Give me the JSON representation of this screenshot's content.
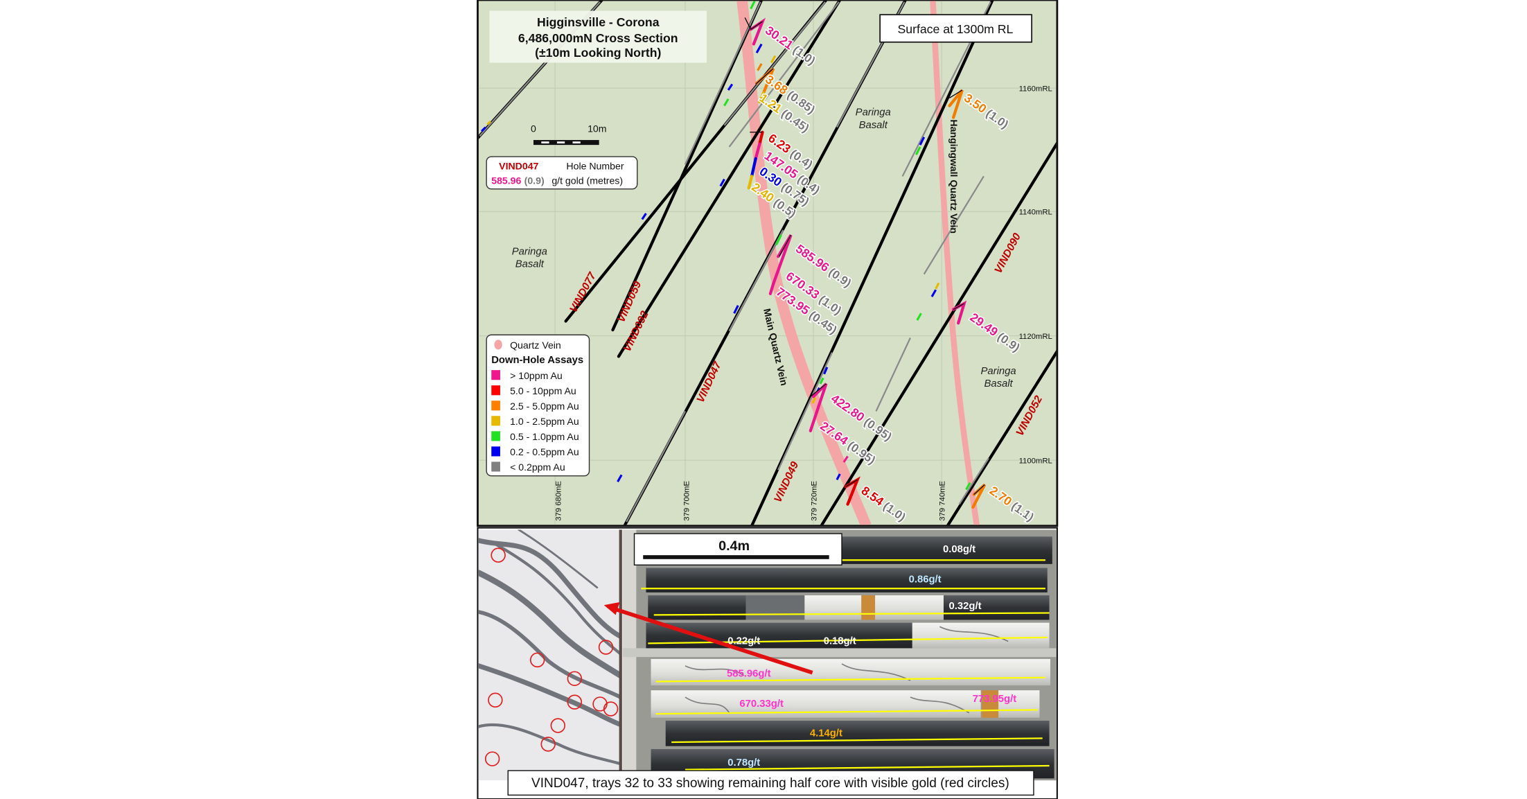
{
  "map": {
    "title_lines": [
      "Higginsville - Corona",
      "6,486,000mN Cross Section",
      "(±10m Looking North)"
    ],
    "surface_label": "Surface at 1300m RL",
    "scale": {
      "zero": "0",
      "ten": "10m"
    },
    "hole_key": {
      "hole": "VIND047",
      "hole_desc": "Hole Number",
      "grade": "585.96",
      "width": "(0.9)",
      "grade_desc": "g/t gold (metres)"
    },
    "rock_labels": [
      {
        "line1": "Paringa",
        "line2": "Basalt"
      },
      {
        "line1": "Paringa",
        "line2": "Basalt"
      },
      {
        "line1": "Paringa",
        "line2": "Basalt"
      }
    ],
    "vein_labels": {
      "hangingwall": "Hangingwall Quartz Vein",
      "main": "Main Quartz Vein"
    },
    "rl_labels": [
      "1160mRL",
      "1140mRL",
      "1120mRL",
      "1100mRL"
    ],
    "easting_labels": [
      "379 680mE",
      "379 700mE",
      "379 720mE",
      "379 740mE"
    ],
    "holes": [
      "VIND077",
      "VIND059",
      "VIND092",
      "VIND047",
      "VIND049",
      "VIND090",
      "VIND052"
    ],
    "intercepts": [
      {
        "grade": "30.21",
        "width": "(1.0)",
        "color": "#e8168c"
      },
      {
        "grade": "3.68",
        "width": "(0.85)",
        "color": "#f07d00"
      },
      {
        "grade": "1.21",
        "width": "(0.45)",
        "color": "#e2b400"
      },
      {
        "grade": "6.23",
        "width": "(0.4)",
        "color": "#e00000"
      },
      {
        "grade": "147.05",
        "width": "(0.4)",
        "color": "#e8168c"
      },
      {
        "grade": "0.30",
        "width": "(0.75)",
        "color": "#0000e0"
      },
      {
        "grade": "2.40",
        "width": "(0.5)",
        "color": "#e2b400"
      },
      {
        "grade": "585.96",
        "width": "(0.9)",
        "color": "#e8168c"
      },
      {
        "grade": "670.33",
        "width": "(1.0)",
        "color": "#e8168c"
      },
      {
        "grade": "773.95",
        "width": "(0.45)",
        "color": "#e8168c"
      },
      {
        "grade": "422.80",
        "width": "(0.95)",
        "color": "#e8168c"
      },
      {
        "grade": "27.64",
        "width": "(0.95)",
        "color": "#e8168c"
      },
      {
        "grade": "8.54",
        "width": "(1.0)",
        "color": "#e00000"
      },
      {
        "grade": "3.50",
        "width": "(1.0)",
        "color": "#f07d00"
      },
      {
        "grade": "29.49",
        "width": "(0.9)",
        "color": "#e8168c"
      },
      {
        "grade": "2.70",
        "width": "(1.1)",
        "color": "#f07d00"
      }
    ],
    "legend": {
      "vein_label": "Quartz Vein",
      "vein_color": "#f4a6a6",
      "title": "Down-Hole Assays",
      "items": [
        {
          "label": "> 10ppm Au",
          "color": "#f0168c"
        },
        {
          "label": "5.0 - 10ppm Au",
          "color": "#ff0000"
        },
        {
          "label": "2.5 - 5.0ppm Au",
          "color": "#ff7f00"
        },
        {
          "label": "1.0 - 2.5ppm Au",
          "color": "#e6b800"
        },
        {
          "label": "0.5 - 1.0ppm Au",
          "color": "#22e022"
        },
        {
          "label": "0.2 - 0.5ppm Au",
          "color": "#0000ee"
        },
        {
          "label": "< 0.2ppm Au",
          "color": "#808080"
        }
      ]
    },
    "background_color": "#d5e0c6"
  },
  "photo": {
    "scale_label": "0.4m",
    "grades": [
      {
        "text": "0.08g/t",
        "color": "#ffffff"
      },
      {
        "text": "0.86g/t",
        "color": "#bfe6ff"
      },
      {
        "text": "0.32g/t",
        "color": "#ffffff"
      },
      {
        "text": "0.22g/t",
        "color": "#ffffff"
      },
      {
        "text": "0.18g/t",
        "color": "#ffffff"
      },
      {
        "text": "585.96g/t",
        "color": "#ff33cc"
      },
      {
        "text": "670.33g/t",
        "color": "#ff33cc"
      },
      {
        "text": "773.95g/t",
        "color": "#ff33cc"
      },
      {
        "text": "4.14g/t",
        "color": "#ffb000"
      },
      {
        "text": "0.78g/t",
        "color": "#bfe6ff"
      }
    ],
    "caption": "VIND047, trays 32 to 33 showing remaining half core with visible gold (red circles)"
  }
}
